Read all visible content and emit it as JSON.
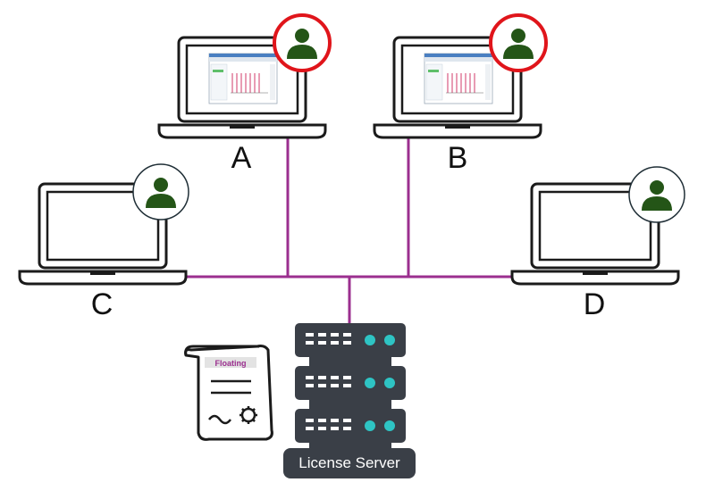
{
  "colors": {
    "network_line": "#9b2f8f",
    "user_icon": "#245517",
    "active_ring": "#e0151b",
    "idle_ring": "#1f2e36",
    "device_outline": "#1b1b1b",
    "server_body": "#3a3f47",
    "server_led": "#2ec4c4",
    "license_tag": "#9b2f8f"
  },
  "nodes": [
    {
      "id": "A",
      "label": "A",
      "in_use": true,
      "screen_content": "software-window"
    },
    {
      "id": "B",
      "label": "B",
      "in_use": true,
      "screen_content": "software-window"
    },
    {
      "id": "C",
      "label": "C",
      "in_use": false,
      "screen_content": "blank"
    },
    {
      "id": "D",
      "label": "D",
      "in_use": false,
      "screen_content": "blank"
    }
  ],
  "server": {
    "label": "License Server",
    "units": 3
  },
  "license": {
    "type_label": "Floating",
    "icon": "license-certificate-icon"
  },
  "icons": {
    "user": "user-icon",
    "laptop": "laptop-icon",
    "server": "server-rack-icon"
  }
}
